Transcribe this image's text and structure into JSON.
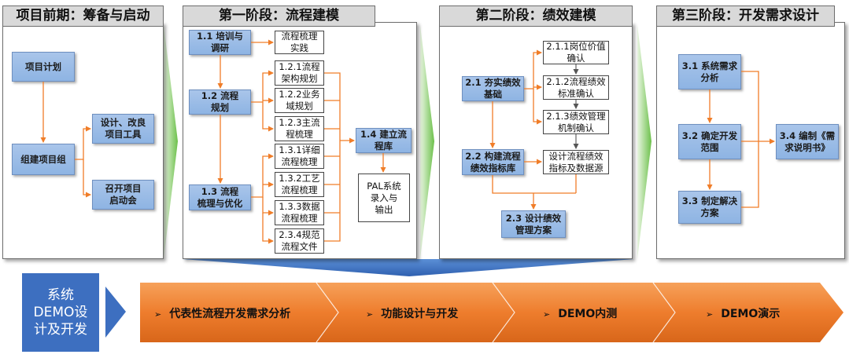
{
  "colors": {
    "blue_box": "#8eb4e3",
    "connector": "#f07d28",
    "green_arrow": "#78c85a",
    "orange_chevron": "#ee7d2d",
    "demo_box": "#3d6fc0",
    "panel_title_bg": "#d9d9d9"
  },
  "panels": {
    "p0": {
      "title": "项目前期：筹备与启动",
      "project_plan": "项目计划",
      "build_team": "组建项目组",
      "design_tools": "设计、改良\n项目工具",
      "kickoff": "召开项目\n启动会"
    },
    "p1": {
      "title": "第一阶段：流程建模",
      "s1_1": "1.1 培训与\n调研",
      "s1_2": "1.2 流程\n规划",
      "s1_3": "1.3 流程\n梳理与优化",
      "s1_4": "1.4 建立流\n程库",
      "practice": "流程梳理\n实践",
      "b121": "1.2.1流程\n架构规划",
      "b122": "1.2.2业务\n域规划",
      "b123": "1.2.3主流\n程梳理",
      "b131": "1.3.1详细\n流程梳理",
      "b132": "1.3.2工艺\n流程梳理",
      "b133": "1.3.3数据\n流程梳理",
      "b234": "2.3.4规范\n流程文件",
      "pal": "PAL系统\n录入与\n输出"
    },
    "p2": {
      "title": "第二阶段：绩效建模",
      "s2_1": "2.1 夯实绩效\n基础",
      "s2_2": "2.2 构建流程\n绩效指标库",
      "s2_3": "2.3 设计绩效\n管理方案",
      "b211": "2.1.1岗位价值\n确认",
      "b212": "2.1.2流程绩效\n标准确认",
      "b213": "2.1.3绩效管理\n机制确认",
      "design_idx": "设计流程绩效\n指标及数据源"
    },
    "p3": {
      "title": "第三阶段：开发需求设计",
      "s3_1": "3.1 系统需求\n分析",
      "s3_2": "3.2 确定开发\n范围",
      "s3_3": "3.3 制定解决\n方案",
      "s3_4": "3.4 编制《需\n求说明书》"
    }
  },
  "bottom": {
    "demo_label": "系统\nDEMO设\n计及开发",
    "bullet": "➢",
    "steps": [
      "代表性流程开发需求分析",
      "功能设计与开发",
      "DEMO内测",
      "DEMO演示"
    ]
  }
}
